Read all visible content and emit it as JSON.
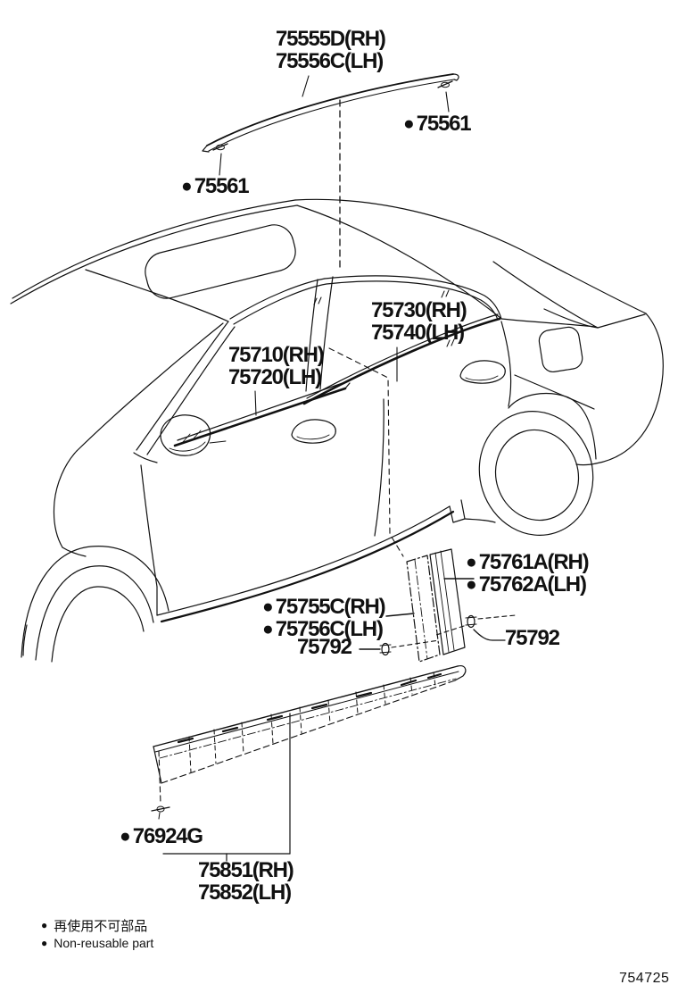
{
  "figure": {
    "number": "754725"
  },
  "symbols": {
    "non_reusable_marker": "●"
  },
  "legend": {
    "ja": "再使用不可部品",
    "en": "Non-reusable part"
  },
  "callouts": {
    "roof_moulding": {
      "line1": "75555D(RH)",
      "line2": "75556C(LH)"
    },
    "roof_moulding_clip_left": {
      "text": "75561"
    },
    "roof_moulding_clip_right": {
      "text": "75561"
    },
    "front_door_belt_moulding": {
      "line1": "75710(RH)",
      "line2": "75720(LH)"
    },
    "rear_door_belt_moulding": {
      "line1": "75730(RH)",
      "line2": "75740(LH)"
    },
    "front_pillar_tape": {
      "line1": "75755C(RH)",
      "line2": "75756C(LH)"
    },
    "rear_pillar_tape": {
      "line1": "75761A(RH)",
      "line2": "75762A(LH)"
    },
    "grommet_left": {
      "text": "75792"
    },
    "grommet_right": {
      "text": "75792"
    },
    "rocker_moulding_clip": {
      "text": "76924G"
    },
    "rocker_moulding": {
      "line1": "75851(RH)",
      "line2": "75852(LH)"
    }
  }
}
